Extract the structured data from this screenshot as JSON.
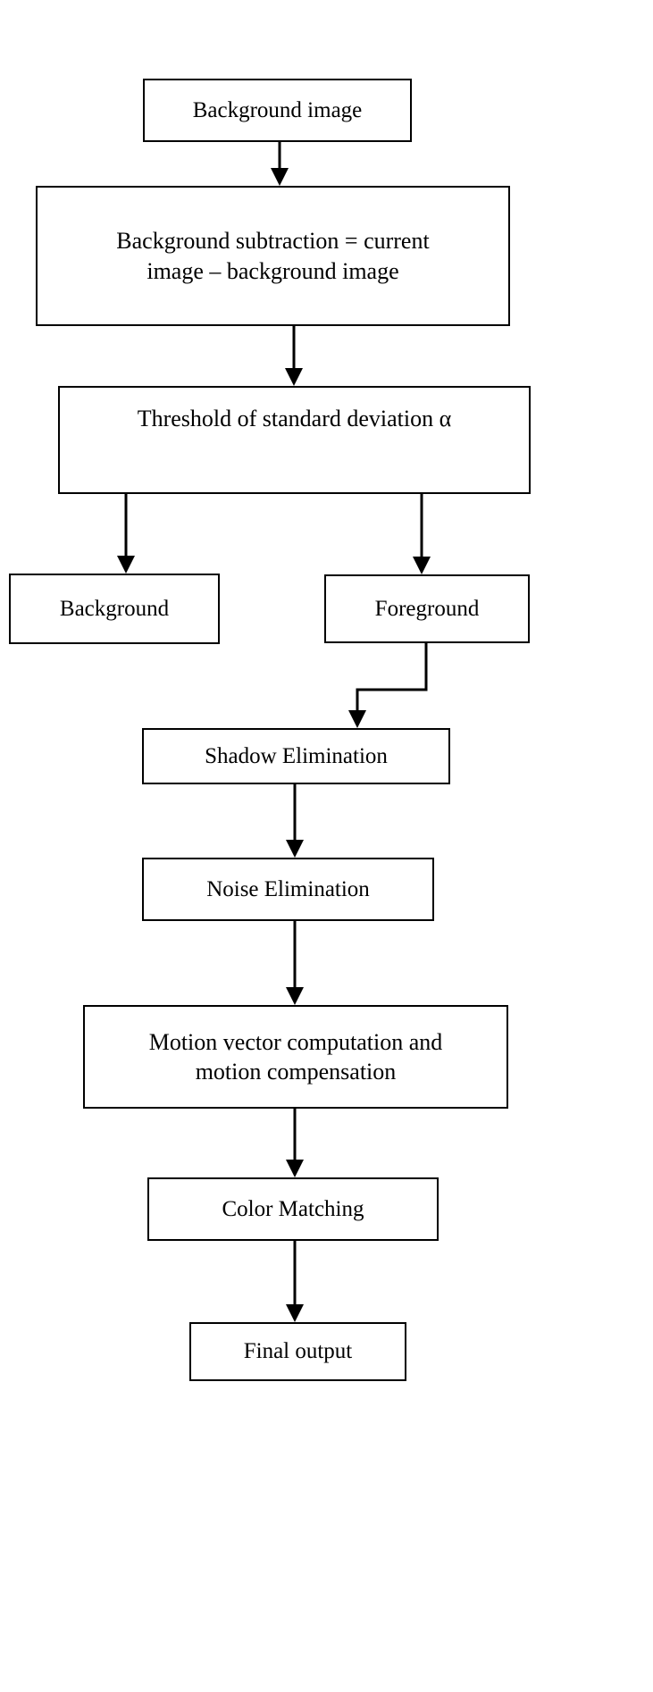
{
  "diagram": {
    "title": "Background subtraction and motion compensation flowchart",
    "type": "flowchart",
    "background_color": "#ffffff",
    "stroke_color": "#000000",
    "text_color": "#000000",
    "nodes": [
      {
        "id": "background-image",
        "label": "Background image"
      },
      {
        "id": "background-subtraction",
        "label": "Background subtraction = current\nimage – background image"
      },
      {
        "id": "threshold",
        "label": "Threshold of standard deviation α"
      },
      {
        "id": "background",
        "label": "Background"
      },
      {
        "id": "foreground",
        "label": "Foreground"
      },
      {
        "id": "shadow-elimination",
        "label": "Shadow Elimination"
      },
      {
        "id": "noise-elimination",
        "label": "Noise Elimination"
      },
      {
        "id": "motion-vector",
        "label": "Motion vector computation and\nmotion compensation"
      },
      {
        "id": "color-matching",
        "label": "Color Matching"
      },
      {
        "id": "final-output",
        "label": "Final output"
      }
    ],
    "edges": [
      {
        "from": "background-image",
        "to": "background-subtraction",
        "style": "straight-arrow"
      },
      {
        "from": "background-subtraction",
        "to": "threshold",
        "style": "straight-arrow"
      },
      {
        "from": "threshold",
        "to": "background",
        "style": "branch-arrow"
      },
      {
        "from": "threshold",
        "to": "foreground",
        "style": "branch-arrow"
      },
      {
        "from": "foreground",
        "to": "shadow-elimination",
        "style": "elbow-arrow"
      },
      {
        "from": "shadow-elimination",
        "to": "noise-elimination",
        "style": "straight-arrow"
      },
      {
        "from": "noise-elimination",
        "to": "motion-vector",
        "style": "straight-arrow"
      },
      {
        "from": "motion-vector",
        "to": "color-matching",
        "style": "straight-arrow"
      },
      {
        "from": "color-matching",
        "to": "final-output",
        "style": "straight-arrow"
      }
    ]
  }
}
